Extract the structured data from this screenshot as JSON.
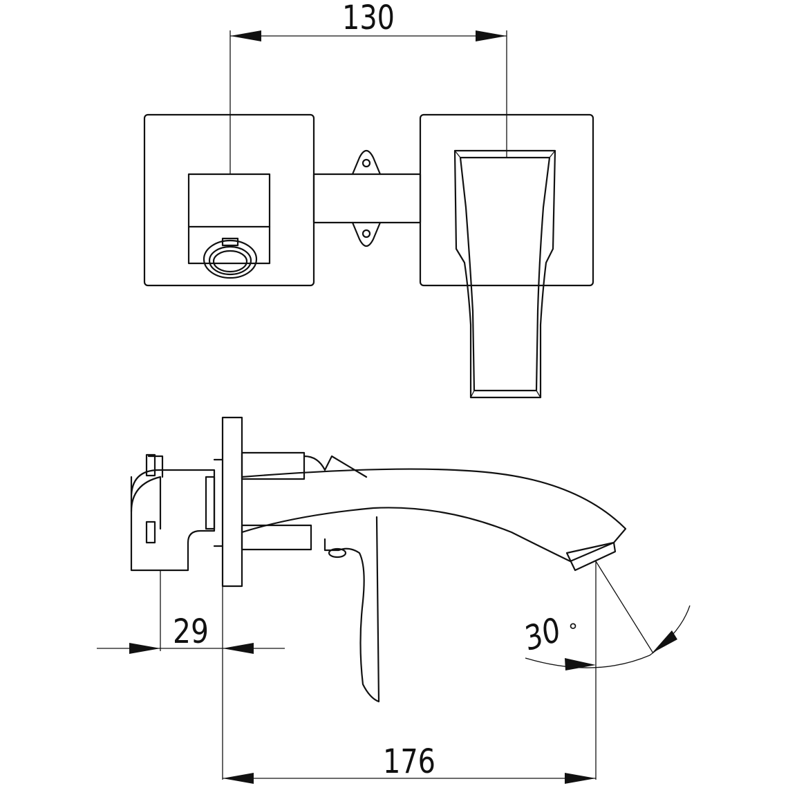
{
  "dimensions": {
    "top_width": "130",
    "wall_offset": "29",
    "projection": "176",
    "spout_angle": "30",
    "degree_symbol": "°"
  }
}
